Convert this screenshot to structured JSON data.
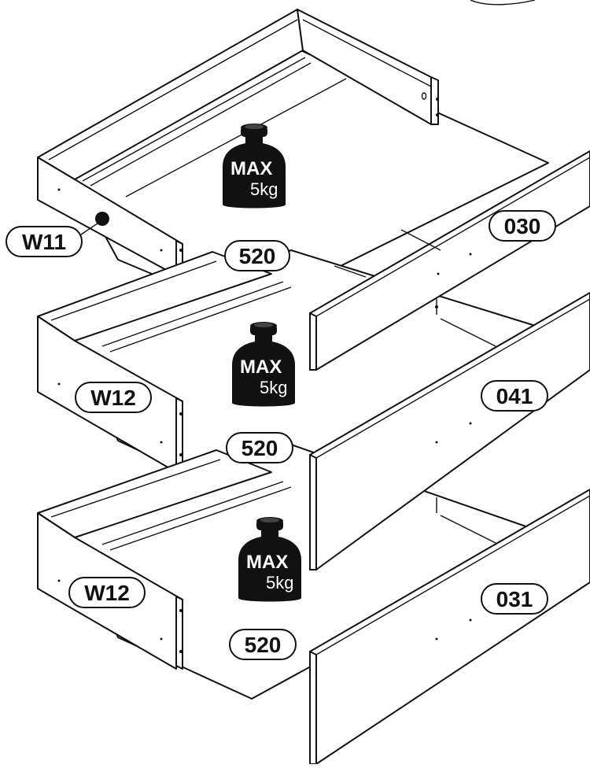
{
  "labels": {
    "drawer_top_label": "W11",
    "drawer_mid_label": "W12",
    "drawer_bottom_label": "W12",
    "bottom_panel_top": "520",
    "bottom_panel_mid": "520",
    "bottom_panel_bottom": "520",
    "front_top": "030",
    "front_mid": "041",
    "front_bottom": "031"
  },
  "weight_icon": {
    "icon": "max-weight-icon",
    "max_label": "MAX",
    "load_label": "5kg",
    "color": "#111111"
  }
}
